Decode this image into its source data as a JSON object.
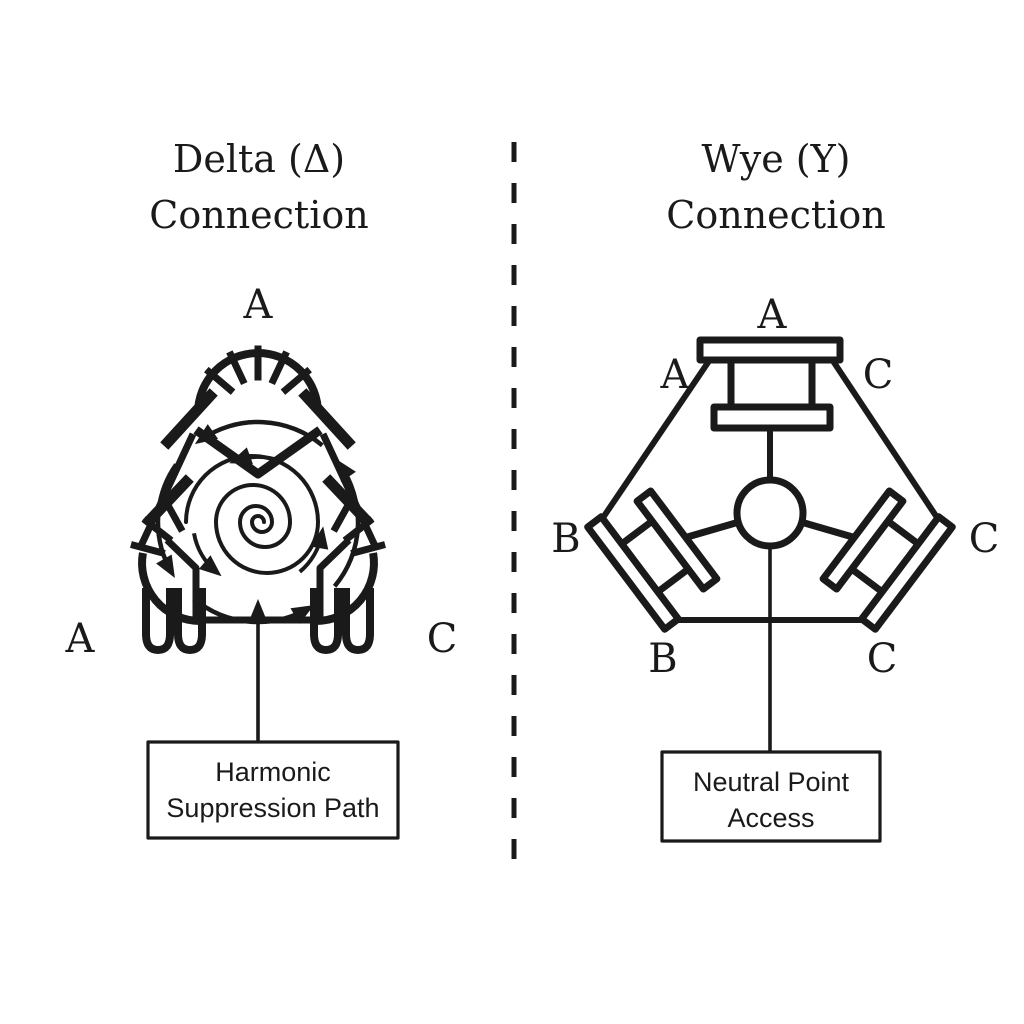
{
  "left_panel": {
    "title_line1": "Delta (Δ)",
    "title_line2": "Connection",
    "phase_labels": {
      "top": "A",
      "bottom_left": "A",
      "bottom_right": "C"
    },
    "center_symbol": "circulating-current-spiral",
    "callout": {
      "line1": "Harmonic",
      "line2": "Suppression Path"
    }
  },
  "right_panel": {
    "title_line1": "Wye (Y)",
    "title_line2": "Connection",
    "phase_labels": {
      "top": "A",
      "upper_left": "A",
      "upper_right": "C",
      "mid_left": "B",
      "mid_right": "C",
      "bottom_left": "B",
      "bottom_right": "C"
    },
    "center_symbol": "neutral-point-circle",
    "callout": {
      "line1": "Neutral Point",
      "line2": "Access"
    }
  },
  "colors": {
    "ink": "#1a1a1a",
    "background": "#ffffff"
  }
}
